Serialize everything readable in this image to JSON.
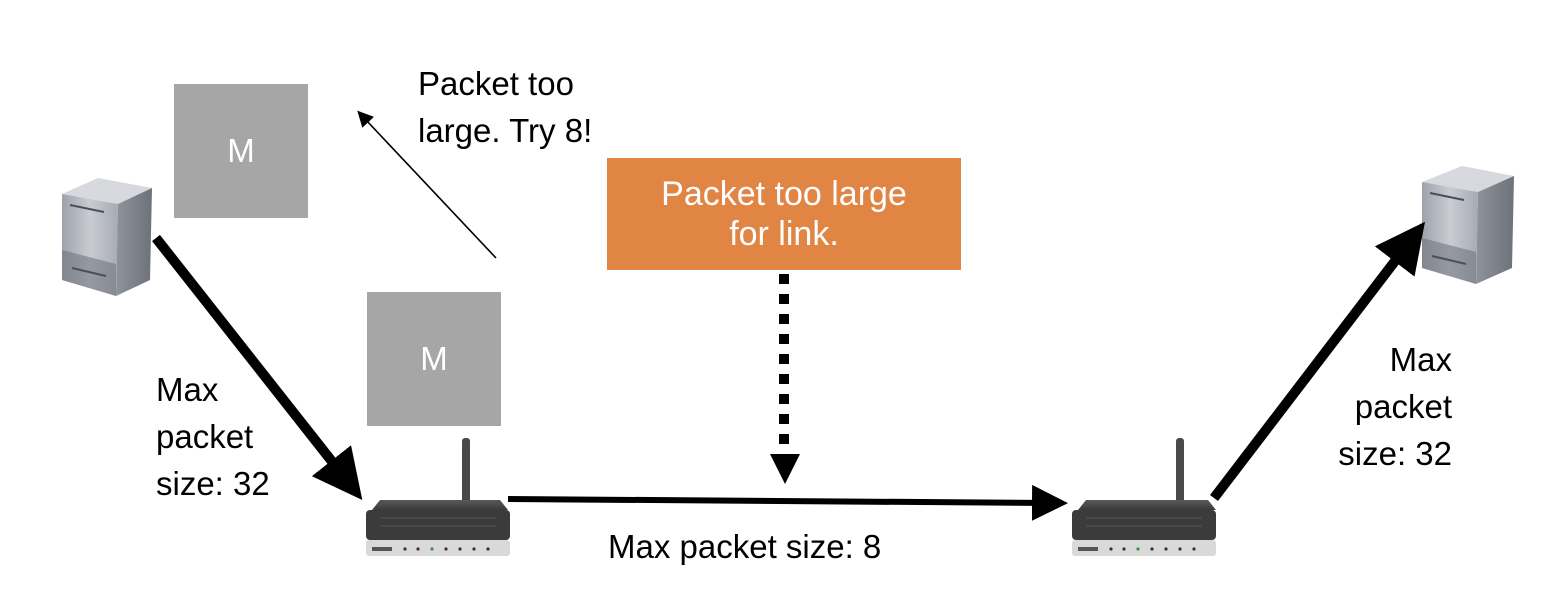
{
  "packets": {
    "returned": {
      "label": "M"
    },
    "at_router": {
      "label": "M"
    }
  },
  "callout": {
    "text": "Packet too large\nfor link."
  },
  "labels": {
    "icmp_reply": "Packet too\nlarge. Try 8!",
    "left_link": "Max\npacket\nsize: 32",
    "middle_link": "Max packet size: 8",
    "right_link": "Max\npacket\nsize: 32"
  },
  "icons": [
    "server-icon",
    "router-icon"
  ],
  "colors": {
    "callout": "#e08543",
    "packet": "#a6a6a6",
    "line": "#000000"
  }
}
